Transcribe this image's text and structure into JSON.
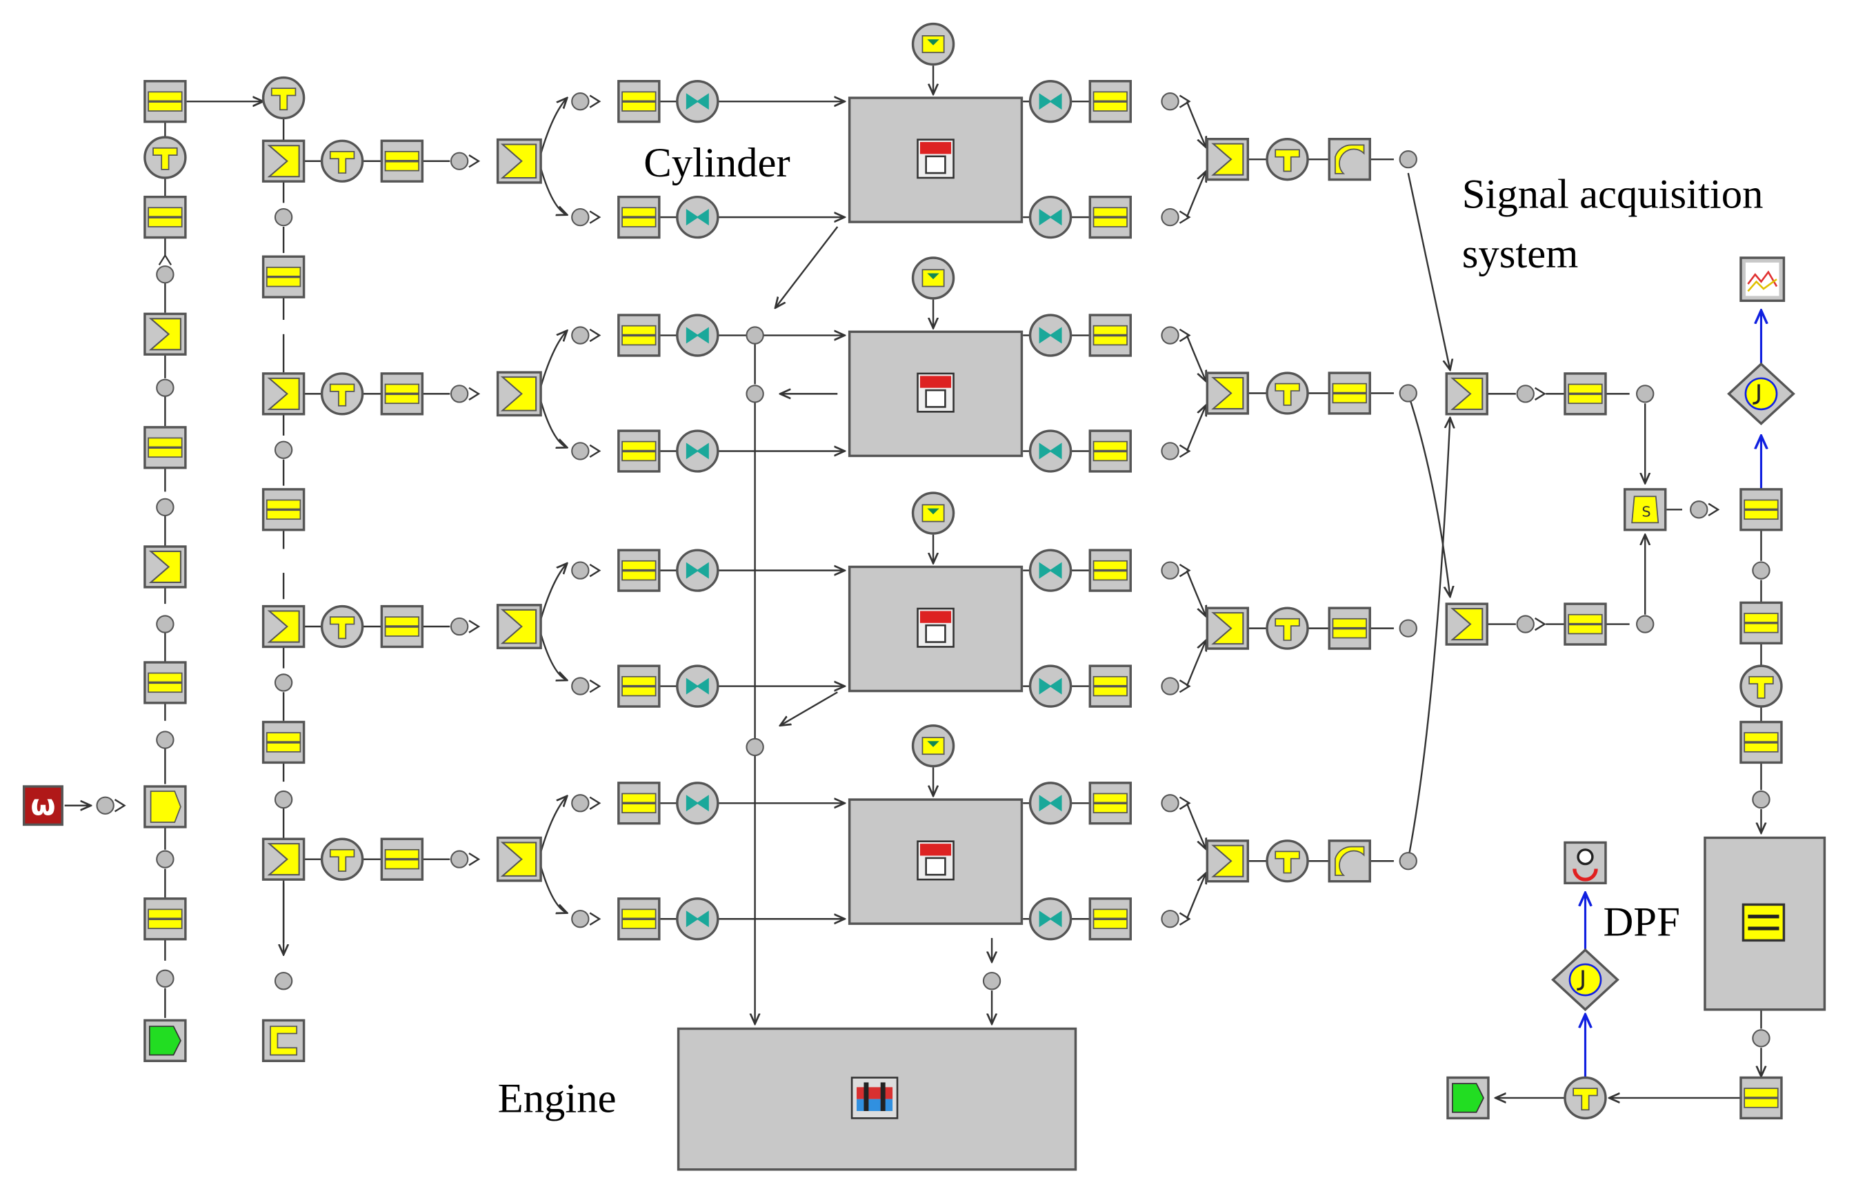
{
  "labels": {
    "cylinder": "Cylinder",
    "signal_line1": "Signal acquisition",
    "signal_line2": "system",
    "engine": "Engine",
    "dpf": "DPF"
  },
  "colors": {
    "component_fill": "#c8c8c8",
    "component_border": "#555555",
    "bar_yellow": "#ffff00",
    "node_fill": "#bdbdbd",
    "start_icon": "#b01818",
    "end_icon": "#22dd22",
    "flow_blue": "#1020e0",
    "injector": "#1aa89a"
  },
  "components": [
    "speed-source-icon",
    "air-inlet",
    "pipe",
    "flow-split",
    "throttle",
    "intake-runner",
    "injector",
    "cylinder-block",
    "exhaust-runner",
    "turbine",
    "dpf-block",
    "signal-sensor",
    "signal-monitor",
    "engine-block",
    "exhaust-outlet"
  ]
}
